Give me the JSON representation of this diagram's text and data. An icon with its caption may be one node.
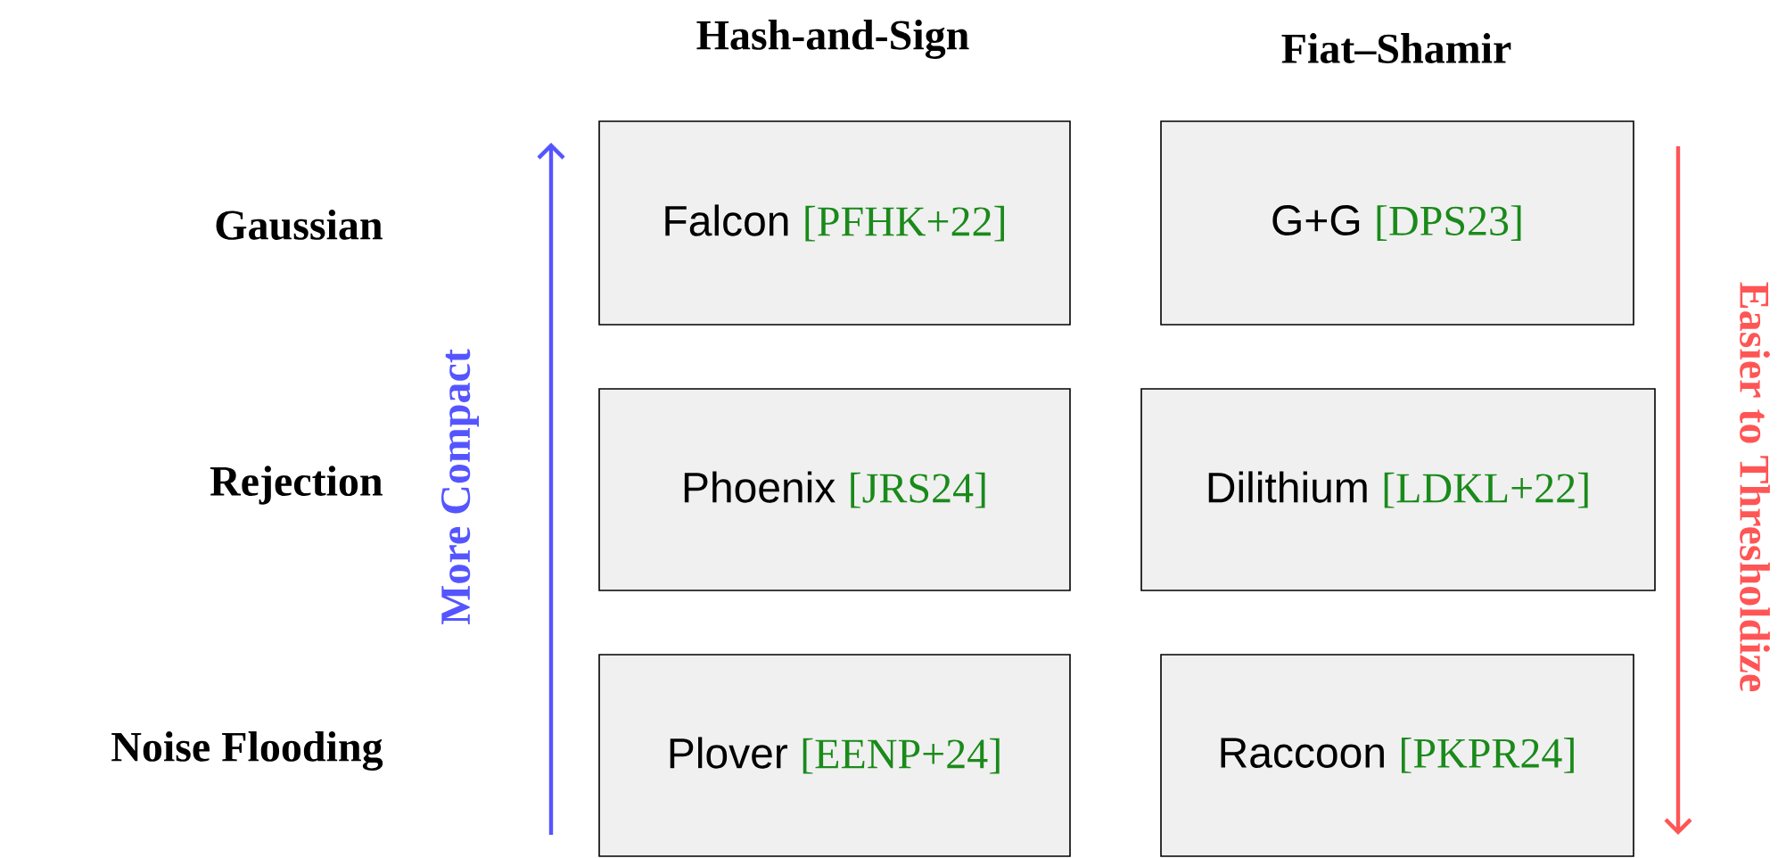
{
  "diagram": {
    "nodes": [
      {
        "text": [
          "Falcon",
          "[PFHK+22]"
        ]
      },
      {
        "text": [
          "G+G",
          "[DPS23]"
        ]
      },
      {
        "text": [
          "Phoenix",
          "[JRS24]"
        ]
      },
      {
        "text": [
          "Dilithium",
          "[LDKL+22]"
        ]
      },
      {
        "text": [
          "Plover",
          "[EENP+24]"
        ]
      },
      {
        "text": [
          "Raccoon",
          "[PKPR24]"
        ]
      }
    ],
    "labels": [
      "Hash-and-Sign",
      "Fiat–Shamir",
      "Gaussian",
      "Rejection",
      "Noise Flooding",
      "More Compact",
      "Easier to Thresholdize"
    ]
  }
}
